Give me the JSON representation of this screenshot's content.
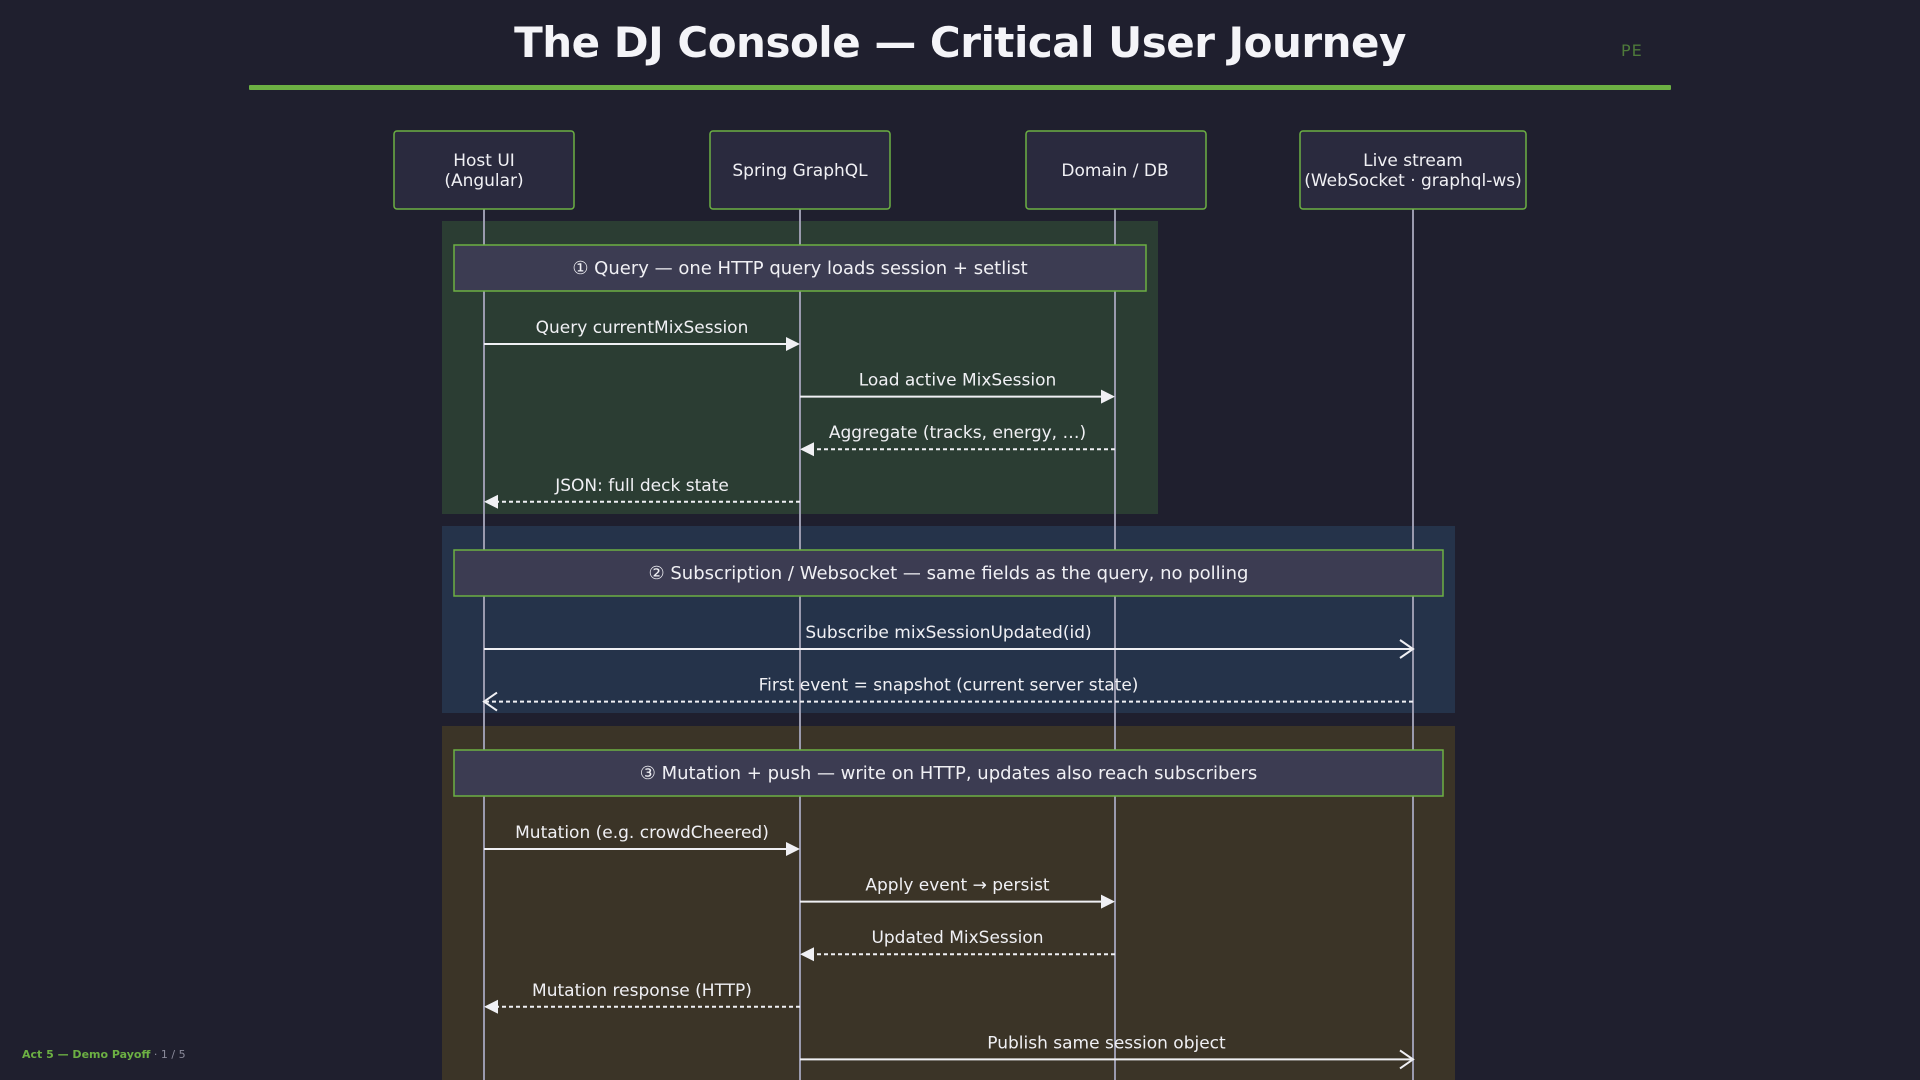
{
  "header": {
    "title": "The DJ Console — Critical User Journey",
    "logo": "PE"
  },
  "footer": {
    "act": "Act 5 — Demo Payoff",
    "separator": "·",
    "page": "1 / 5"
  },
  "colors": {
    "accent": "#6cb043",
    "background": "#1f1f2e",
    "query_section": "#2b3d33",
    "subscription_section": "#25334a",
    "mutation_section": "#3b3427"
  },
  "participants": [
    {
      "id": "host",
      "lines": [
        "Host UI",
        "(Angular)"
      ]
    },
    {
      "id": "spring",
      "lines": [
        "Spring GraphQL"
      ]
    },
    {
      "id": "domain",
      "lines": [
        "Domain / DB"
      ]
    },
    {
      "id": "live",
      "lines": [
        "Live stream",
        "(WebSocket · graphql-ws)"
      ]
    }
  ],
  "sections": [
    {
      "id": "query",
      "color": "#2b3d33",
      "note": "① Query — one HTTP query loads session + setlist",
      "messages": [
        {
          "from": "host",
          "to": "spring",
          "label": "Query currentMixSession",
          "style": "solid",
          "head": "filled"
        },
        {
          "from": "spring",
          "to": "domain",
          "label": "Load active MixSession",
          "style": "solid",
          "head": "filled"
        },
        {
          "from": "domain",
          "to": "spring",
          "label": "Aggregate (tracks, energy, …)",
          "style": "dashed",
          "head": "filled"
        },
        {
          "from": "spring",
          "to": "host",
          "label": "JSON: full deck state",
          "style": "dashed",
          "head": "filled"
        }
      ]
    },
    {
      "id": "subscription",
      "color": "#25334a",
      "note": "② Subscription / Websocket — same fields as the query, no polling",
      "messages": [
        {
          "from": "host",
          "to": "live",
          "label": "Subscribe mixSessionUpdated(id)",
          "style": "solid",
          "head": "open"
        },
        {
          "from": "live",
          "to": "host",
          "label": "First event = snapshot (current server state)",
          "style": "dashed",
          "head": "open"
        }
      ]
    },
    {
      "id": "mutation",
      "color": "#3b3427",
      "note": "③ Mutation + push — write on HTTP, updates also reach subscribers",
      "messages": [
        {
          "from": "host",
          "to": "spring",
          "label": "Mutation (e.g. crowdCheered)",
          "style": "solid",
          "head": "filled"
        },
        {
          "from": "spring",
          "to": "domain",
          "label": "Apply event → persist",
          "style": "solid",
          "head": "filled"
        },
        {
          "from": "domain",
          "to": "spring",
          "label": "Updated MixSession",
          "style": "dashed",
          "head": "filled"
        },
        {
          "from": "spring",
          "to": "host",
          "label": "Mutation response (HTTP)",
          "style": "dashed",
          "head": "filled"
        },
        {
          "from": "spring",
          "to": "live",
          "label": "Publish same session object",
          "style": "solid",
          "head": "open"
        }
      ]
    }
  ]
}
